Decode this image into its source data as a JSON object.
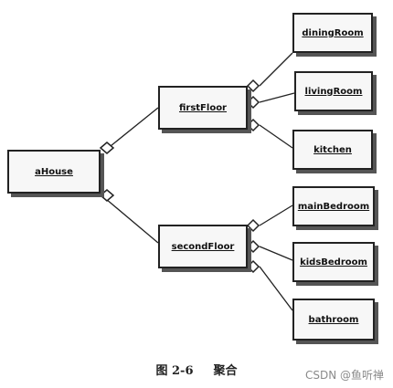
{
  "nodes": {
    "house": "aHouse",
    "first_floor": "firstFloor",
    "second_floor": "secondFloor",
    "dining_room": "diningRoom",
    "living_room": "livingRoom",
    "kitchen": "kitchen",
    "main_bedroom": "mainBedroom",
    "kids_bedroom": "kidsBedroom",
    "bathroom": "bathroom"
  },
  "caption": {
    "figure_number": "图 2-6",
    "figure_title": "聚合"
  },
  "watermark": "CSDN @鱼听禅"
}
